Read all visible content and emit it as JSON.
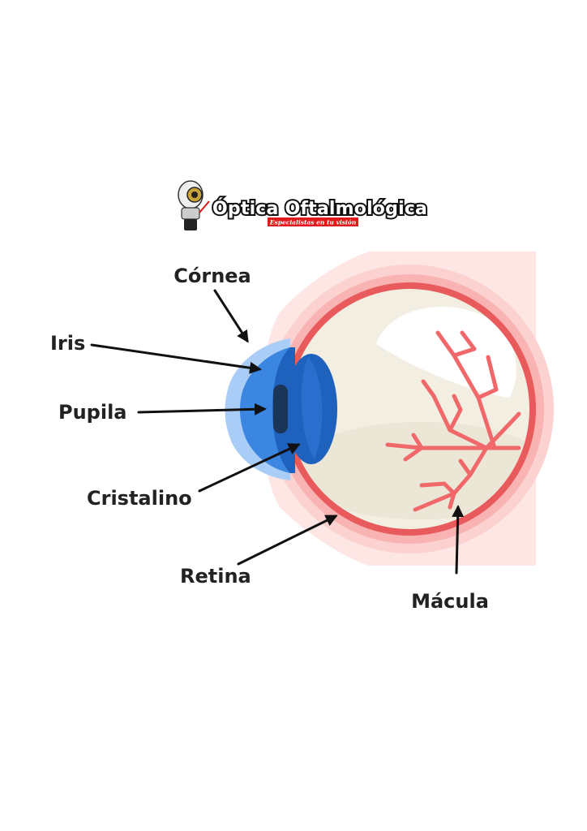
{
  "logo": {
    "title": "Óptica Oftalmológica",
    "subtitle": "Especialistas en tu visión"
  },
  "labels": {
    "cornea": "Córnea",
    "iris": "Iris",
    "pupila": "Pupila",
    "cristalino": "Cristalino",
    "retina": "Retina",
    "macula": "Mácula"
  },
  "colors": {
    "background": "#ffffff",
    "skin": "#fde6e4",
    "retina_red": "#e85a5c",
    "vessel": "#f0686a",
    "eyeball": "#f2eee1",
    "iris_blue": "#1f62bd",
    "cornea_blue": "#3b86e0",
    "pupil": "#1a3556",
    "logo_red": "#e01a1a"
  }
}
